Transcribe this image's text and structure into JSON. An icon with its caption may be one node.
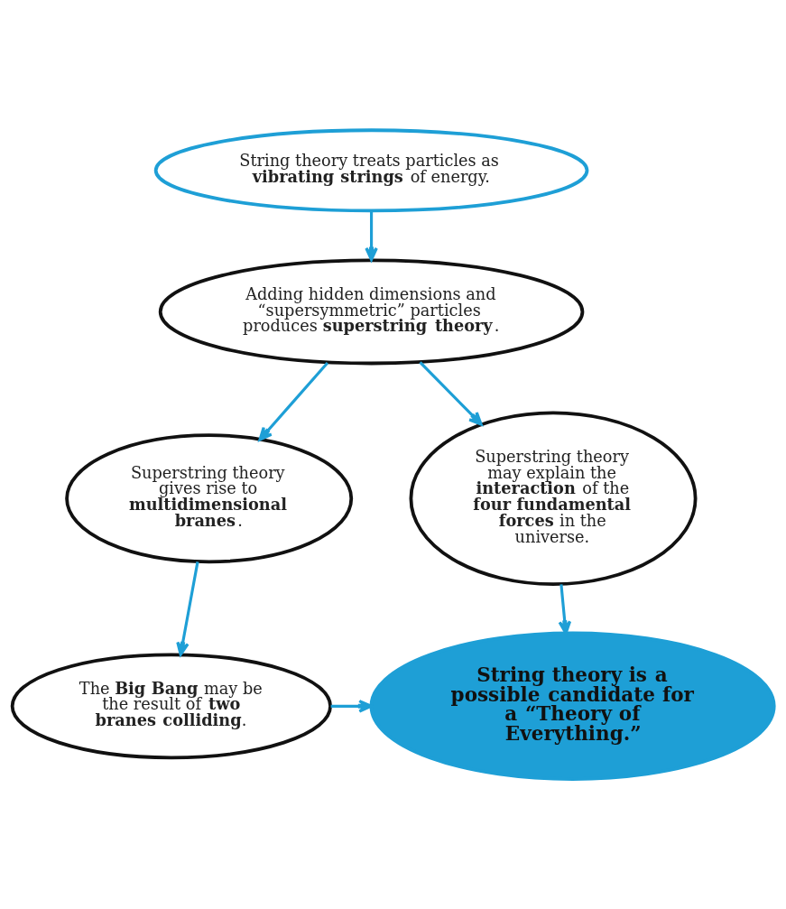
{
  "diagram": {
    "nodes": [
      {
        "text": [
          "String theory treats particles as **vibrating strings** of energy."
        ]
      },
      {
        "text": [
          "Adding hidden dimensions and “supersymmetric” particles produces **superstring theory**."
        ]
      },
      {
        "text": [
          "Superstring theory gives rise to **multidimensional branes**."
        ]
      },
      {
        "text": [
          "Superstring theory may explain the **interaction** of the **four fundamental forces** in the universe."
        ]
      },
      {
        "text": [
          "The **Big Bang** may be the result of **two branes colliding**."
        ]
      },
      {
        "text": [
          "String theory is a possible candidate for a “Theory of Everything.”"
        ]
      }
    ],
    "edges": [
      {
        "from": 0,
        "to": 1,
        "arrow": "to"
      },
      {
        "from": 1,
        "to": 2,
        "arrow": "to"
      },
      {
        "from": 1,
        "to": 3,
        "arrow": "to"
      },
      {
        "from": 2,
        "to": 4,
        "arrow": "to"
      },
      {
        "from": 3,
        "to": 5,
        "arrow": "to"
      },
      {
        "from": 4,
        "to": 5,
        "arrow": "to"
      }
    ]
  }
}
